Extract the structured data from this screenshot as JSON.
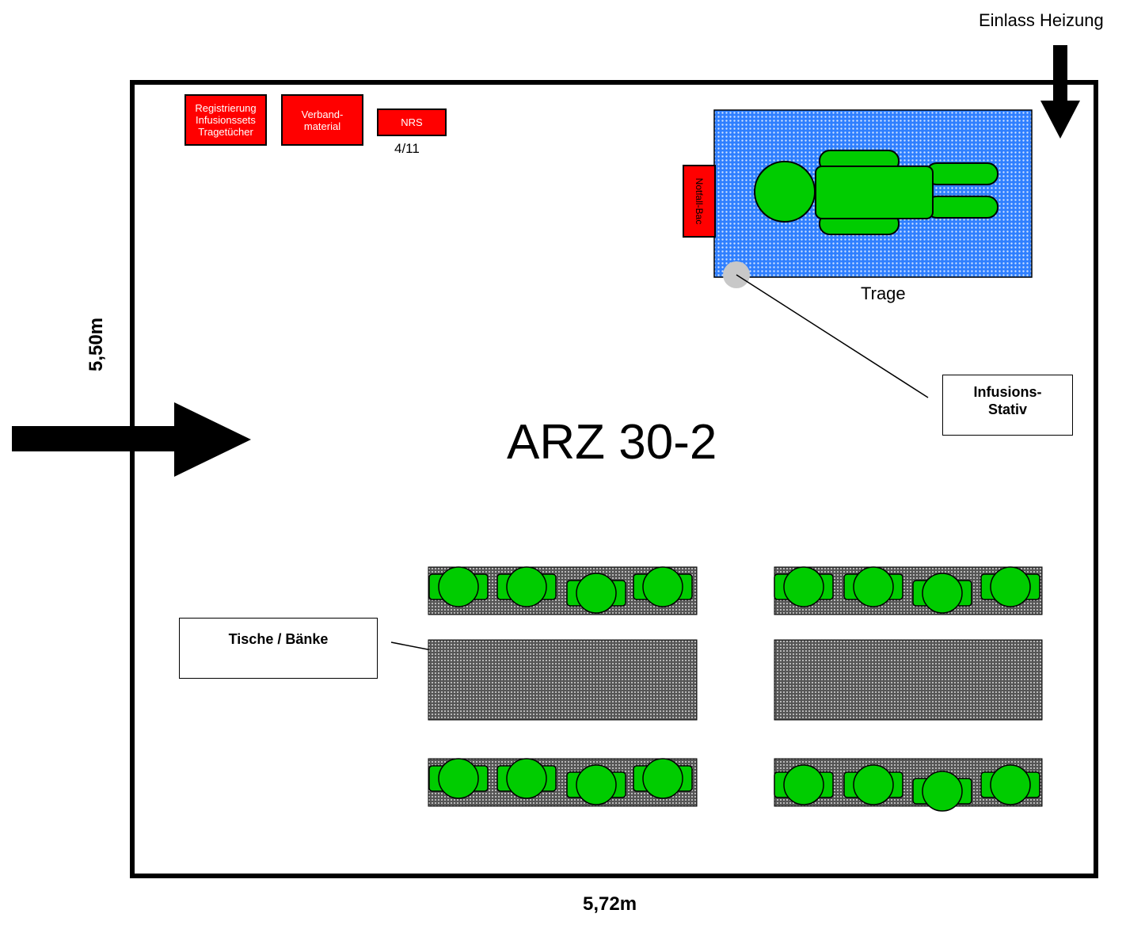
{
  "room": {
    "title": "ARZ 30-2",
    "width_label": "5,72m",
    "height_label": "5,50m",
    "heating_inlet_label": "Einlass Heizung"
  },
  "supplies": [
    {
      "label": "Registrierung\nInfusionssets\nTragetücher"
    },
    {
      "label": "Verband-\nmaterial"
    },
    {
      "label": "NRS"
    }
  ],
  "nrs_count": "4/11",
  "stretcher": {
    "label": "Trage",
    "emergency_box_label": "Notfall-Bac"
  },
  "callouts": {
    "infusion_stand": "Infusions-\nStativ",
    "tables_benches": "Tische / Bänke"
  },
  "colors": {
    "supply_red": "#ff0000",
    "person_green": "#00cc00",
    "stretcher_blue": "#2f80ff",
    "bench_gray": "#666666",
    "stand_gray": "#c8c8c8"
  }
}
